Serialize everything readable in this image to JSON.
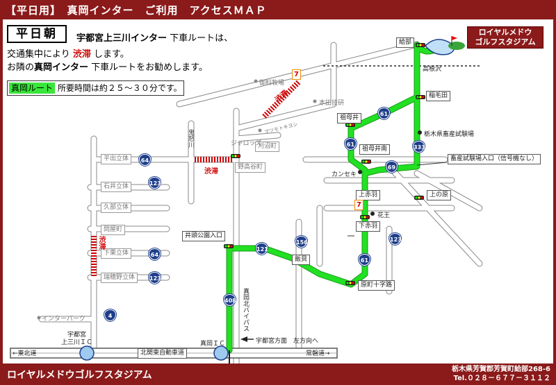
{
  "header": {
    "title": "【平日用】　真岡インター　ご利用　アクセスＭＡＰ"
  },
  "notice": {
    "badge": "平日朝",
    "line1_bold": "宇都宮上三川インター",
    "line1_rest": " 下車ルートは、",
    "line2_pre": "交通集中により ",
    "line2_red": "渋滞",
    "line2_post": " します。",
    "line3_pre": "お隣の",
    "line3_bold": "真岡インター",
    "line3_post": " 下車ルートをお勧めします。"
  },
  "route_info": {
    "tag": "真岡ルート",
    "text": " 所要時間は約２５～３０分です。"
  },
  "golf": {
    "line1": "ロイヤルメドウ",
    "line2": "ゴルフスタジアム"
  },
  "footer": {
    "name": "ロイヤルメドウゴルフスタジアム",
    "address": "栃木県芳賀郡芳賀町給部268-6",
    "tel": "Tel.０２８－６７７－３１１２"
  },
  "places": {
    "kyubu": "給部",
    "takanezawa": "高根沢",
    "tan": "稲毛田",
    "chikusan": "栃木県畜産試験場",
    "chikusan_entrance": "畜産試験場入口（信号機なし）",
    "sobo": "祖母井",
    "sobo_minami": "祖母井南",
    "kanseki": "カンセキ",
    "kamiakaba": "上赤羽",
    "kaminohara": "上の原",
    "kao": "花王",
    "shimoakaba": "下赤羽",
    "haramachi": "原町十字路",
    "iigai": "飯貝",
    "igashira": "井頭公園入口",
    "moka_bypass": "真岡北バイパス",
    "moka_ic": "真岡ＩＣ",
    "utsunomiya_dir": "宇都宮方面　左方向へ",
    "kitakanto": "北関東自動車道",
    "to_tohoku": "←東北道",
    "to_joban": "常磐道→",
    "kaminokawa_ic": "宇都宮\n上三川ＩＣ",
    "interpark": "インターパーク",
    "mizuho": "瑞穂野立体",
    "shimokuri": "下栗立体",
    "hanaya": "問屋町",
    "kubota": "久部立体",
    "ishii": "石井立体",
    "hiraide": "平出立体",
    "kinugawa": "鬼怒川",
    "noko": "野高谷町",
    "kariya": "刈沼町",
    "jaros": "ジャロッズ",
    "toshiba": "マツモトキヨシ",
    "honda": "本田技研",
    "mikumo": "御料牧場"
  },
  "jam_labels": {
    "a": "渋滞",
    "b": "渋滞",
    "c": "渋滞"
  },
  "route_numbers": {
    "r61a": "61",
    "r61b": "61",
    "r61c": "61",
    "r69": "69",
    "r121": "121",
    "r123a": "123",
    "r123b": "123",
    "r156": "156",
    "r333": "333",
    "r408": "408",
    "r64a": "64",
    "r64b": "64",
    "r4": "4"
  },
  "colors": {
    "route": "#22e022",
    "brand": "#8b1a1a",
    "jam": "#cc0000",
    "shield": "#1e3e8a"
  },
  "icons": {
    "signal": "traffic-signal-icon",
    "seven": "convenience-store-icon",
    "golf": "golf-flag-icon",
    "poi": "poi-dot-icon"
  }
}
